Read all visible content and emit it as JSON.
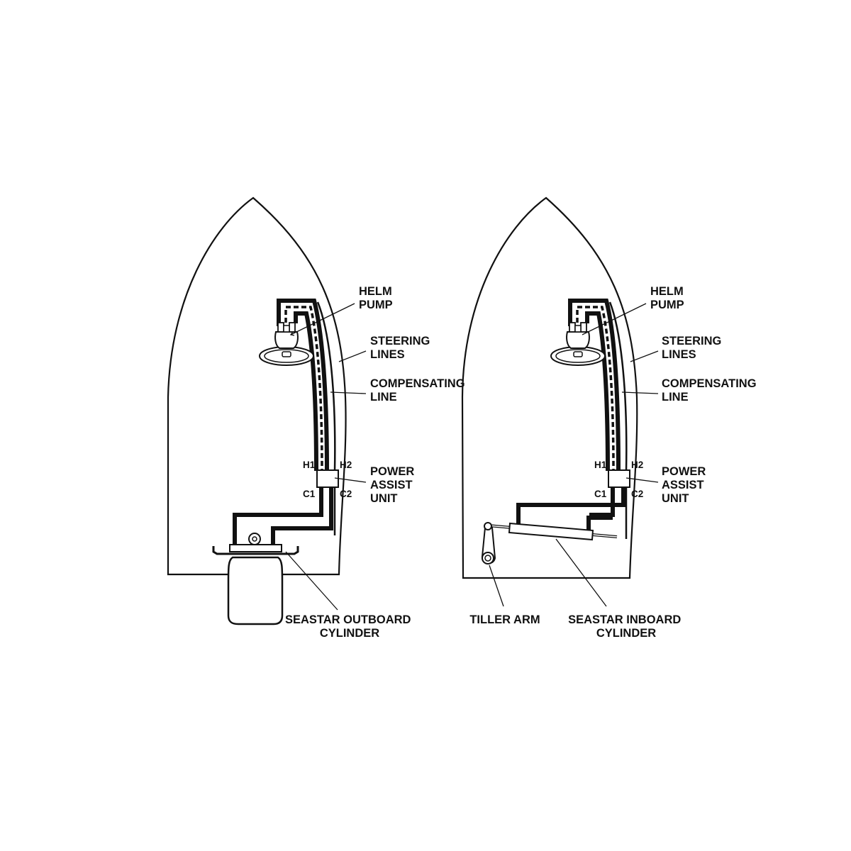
{
  "diagram": {
    "colors": {
      "ink": "#111111",
      "background": "#ffffff"
    },
    "left_boat": {
      "labels": {
        "helm_pump": [
          "HELM",
          "PUMP"
        ],
        "steering_lines": [
          "STEERING",
          "LINES"
        ],
        "compensating_line": [
          "COMPENSATING",
          "LINE"
        ],
        "power_assist_unit": [
          "POWER",
          "ASSIST",
          "UNIT"
        ],
        "cylinder": [
          "SEASTAR OUTBOARD",
          "CYLINDER"
        ]
      },
      "ports": {
        "h1": "H1",
        "h2": "H2",
        "c1": "C1",
        "c2": "C2"
      }
    },
    "right_boat": {
      "labels": {
        "helm_pump": [
          "HELM",
          "PUMP"
        ],
        "steering_lines": [
          "STEERING",
          "LINES"
        ],
        "compensating_line": [
          "COMPENSATING",
          "LINE"
        ],
        "power_assist_unit": [
          "POWER",
          "ASSIST",
          "UNIT"
        ],
        "tiller_arm": "TILLER ARM",
        "cylinder": [
          "SEASTAR INBOARD",
          "CYLINDER"
        ]
      },
      "ports": {
        "h1": "H1",
        "h2": "H2",
        "c1": "C1",
        "c2": "C2"
      }
    }
  }
}
